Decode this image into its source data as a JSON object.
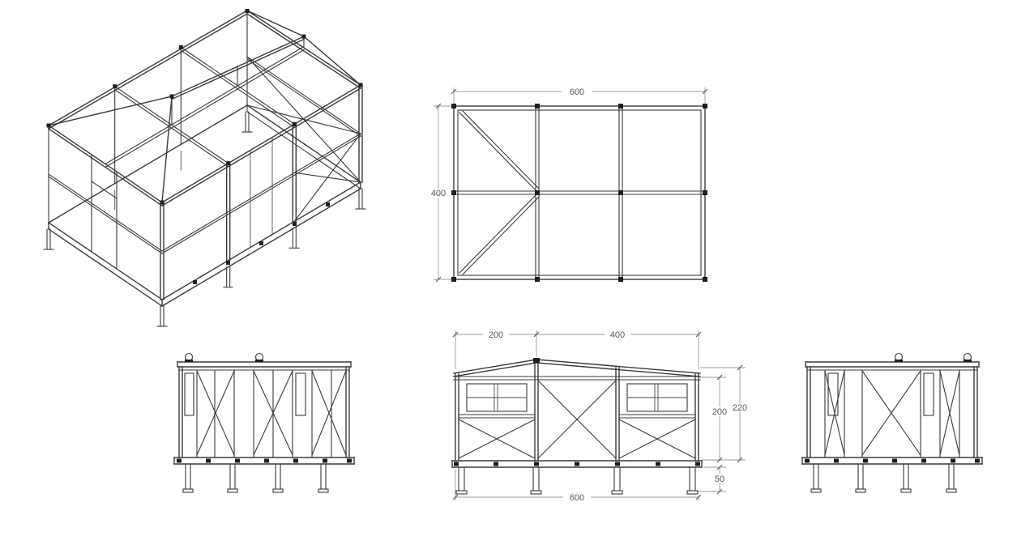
{
  "page": {
    "background": "#ffffff",
    "line_color": "#3a3a3a",
    "dim_line_color": "#9a9a9a",
    "dim_text_color": "#565656"
  },
  "views": {
    "plan": {
      "width": "600",
      "depth": "400"
    },
    "front": {
      "span_left": "200",
      "span_right": "400",
      "height_frame": "200",
      "height_total": "220",
      "height_legs": "50",
      "width_total": "600"
    }
  }
}
